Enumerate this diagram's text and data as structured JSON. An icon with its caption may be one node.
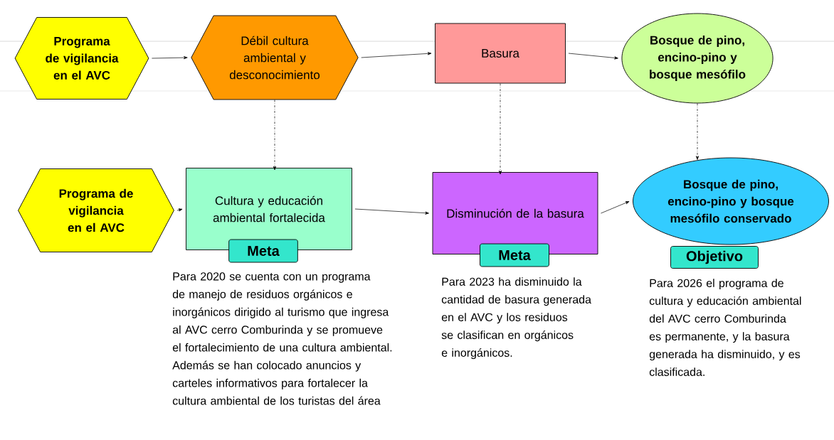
{
  "diagram": {
    "nodes": [
      {
        "text": [
          "Programa de vigilancia en el AVC"
        ]
      },
      {
        "text": [
          "Débil cultura ambiental y desconocimiento"
        ]
      },
      {
        "text": [
          "Basura"
        ]
      },
      {
        "text": [
          "Bosque de pino, encino-pino y bosque mesófilo"
        ]
      },
      {
        "text": [
          "Programa de vigilancia en el AVC"
        ]
      },
      {
        "text": [
          "Cultura y educación ambiental fortalecida"
        ]
      },
      {
        "text": [
          "Meta"
        ],
        "beside": [
          "Para 2020 se cuenta con un programa de manejo de residuos orgánicos e inorgánicos dirigido al turismo que ingresa al AVC cerro Comburinda y se promueve el fortalecimiento de una cultura ambiental. Además  se han colocado anuncios y carteles informativos para fortalecer la cultura ambiental de los turistas del área"
        ]
      },
      {
        "text": [
          "Disminución de la basura"
        ]
      },
      {
        "text": [
          "Meta"
        ],
        "beside": [
          "Para 2023 ha disminuido la cantidad de basura generada en el AVC y los residuos se clasifican  en orgánicos e inorgánicos."
        ]
      },
      {
        "text": [
          "Bosque de pino, encino-pino y bosque mesófilo conservado"
        ]
      },
      {
        "text": [
          "Objetivo"
        ],
        "beside": [
          "Para 2026 el programa de cultura y educación ambiental del AVC cerro Comburinda es permanente, y la basura generada ha disminuido, y es clasificada."
        ]
      }
    ],
    "edges": [
      {
        "from": 0,
        "to": 1,
        "arrow": "to"
      },
      {
        "from": 1,
        "to": 2,
        "arrow": "to"
      },
      {
        "from": 2,
        "to": 3,
        "arrow": "to"
      },
      {
        "from": 1,
        "to": 5,
        "arrow": "to",
        "style": "dashed"
      },
      {
        "from": 2,
        "to": 7,
        "arrow": "to",
        "style": "dashed"
      },
      {
        "from": 3,
        "to": 9,
        "arrow": "to",
        "style": "dashed"
      },
      {
        "from": 4,
        "to": 5,
        "arrow": "to"
      },
      {
        "from": 5,
        "to": 7,
        "arrow": "to"
      },
      {
        "from": 7,
        "to": 9,
        "arrow": "to"
      }
    ]
  }
}
